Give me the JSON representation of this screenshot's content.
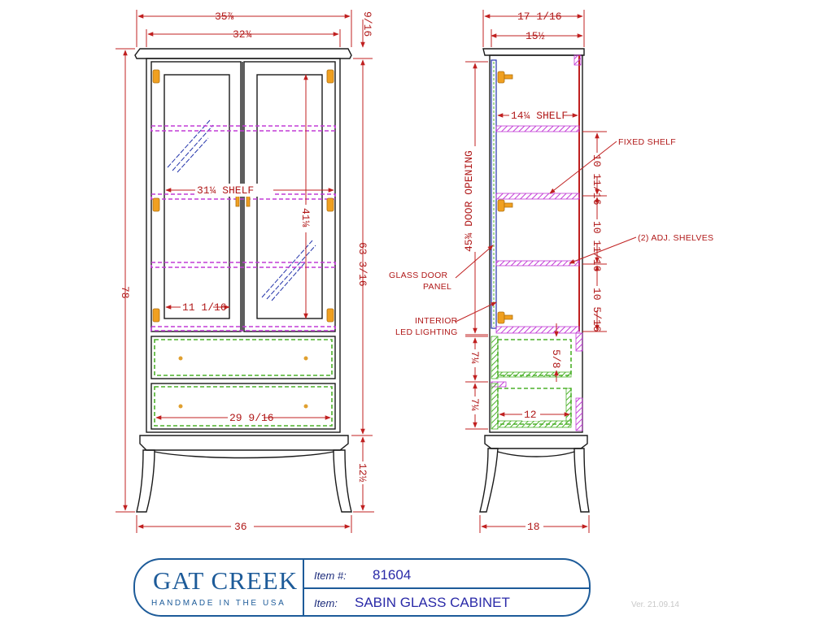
{
  "front": {
    "overall_width": "35⅞",
    "inner_width": "32¾",
    "height": "78",
    "case_height": "63 3/16",
    "crown_height": "9/16",
    "shelf": "31¼ SHELF",
    "door_height": "41⅛",
    "door_width": "11 1/16",
    "drawer_width": "29 9/16",
    "leg_height": "12½",
    "base_width": "36"
  },
  "side": {
    "overall_depth": "17 1/16",
    "inner_depth": "15½",
    "shelf": "14¼ SHELF",
    "door_opening": "45¾ DOOR OPENING",
    "gap1": "10 11/16",
    "gap2": "10 11/16",
    "gap3": "10 5/16",
    "drawer1": "7¼",
    "drawer2": "7¼",
    "drawer_depth_detail": "5/8",
    "drawer_inner": "12",
    "base_depth": "18"
  },
  "callouts": {
    "fixed_shelf": "FIXED SHELF",
    "adj_shelves": "(2) ADJ. SHELVES",
    "glass_door_1": "GLASS DOOR",
    "glass_door_2": "PANEL",
    "led_1": "INTERIOR",
    "led_2": "LED LIGHTING"
  },
  "titleblock": {
    "brand": "GAT CREEK",
    "tagline": "HANDMADE IN THE USA",
    "item_no_label": "Item #:",
    "item_no": "81604",
    "item_label": "Item:",
    "item_name": "SABIN GLASS CABINET"
  },
  "version": "Ver. 21.09.14",
  "colors": {
    "dimension": "#c02020",
    "outline": "#1a1a1a",
    "shelf": "#c23bd6",
    "drawer": "#4cb12a",
    "hardware": "#f0a020",
    "brand": "#1d5b99",
    "item_text": "#2a2aa8"
  }
}
